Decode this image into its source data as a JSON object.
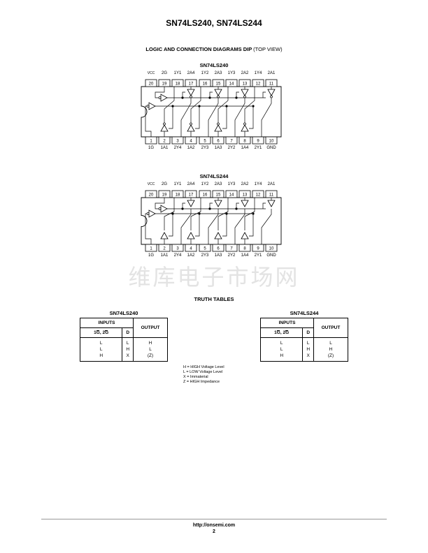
{
  "header": {
    "title": "SN74LS240, SN74LS244"
  },
  "section": {
    "title_bold": "LOGIC AND CONNECTION DIAGRAMS DIP",
    "title_normal": "(TOP VIEW)"
  },
  "diagrams": [
    {
      "title": "SN74LS240",
      "top_pins": [
        {
          "num": "20",
          "label": "VCC"
        },
        {
          "num": "19",
          "label": "2G"
        },
        {
          "num": "18",
          "label": "1Y1"
        },
        {
          "num": "17",
          "label": "2A4"
        },
        {
          "num": "16",
          "label": "1Y2"
        },
        {
          "num": "15",
          "label": "2A3"
        },
        {
          "num": "14",
          "label": "1Y3"
        },
        {
          "num": "13",
          "label": "2A2"
        },
        {
          "num": "12",
          "label": "1Y4"
        },
        {
          "num": "11",
          "label": "2A1"
        }
      ],
      "bottom_pins": [
        {
          "num": "1",
          "label": "1G"
        },
        {
          "num": "2",
          "label": "1A1"
        },
        {
          "num": "3",
          "label": "2Y4"
        },
        {
          "num": "4",
          "label": "1A2"
        },
        {
          "num": "5",
          "label": "2Y3"
        },
        {
          "num": "6",
          "label": "1A3"
        },
        {
          "num": "7",
          "label": "2Y2"
        },
        {
          "num": "8",
          "label": "1A4"
        },
        {
          "num": "9",
          "label": "2Y1"
        },
        {
          "num": "10",
          "label": "GND"
        }
      ],
      "inverting": true
    },
    {
      "title": "SN74LS244",
      "top_pins": [
        {
          "num": "20",
          "label": "VCC"
        },
        {
          "num": "19",
          "label": "2G"
        },
        {
          "num": "18",
          "label": "1Y1"
        },
        {
          "num": "17",
          "label": "2A4"
        },
        {
          "num": "16",
          "label": "1Y2"
        },
        {
          "num": "15",
          "label": "2A3"
        },
        {
          "num": "14",
          "label": "1Y3"
        },
        {
          "num": "13",
          "label": "2A2"
        },
        {
          "num": "12",
          "label": "1Y4"
        },
        {
          "num": "11",
          "label": "2A1"
        }
      ],
      "bottom_pins": [
        {
          "num": "1",
          "label": "1G"
        },
        {
          "num": "2",
          "label": "1A1"
        },
        {
          "num": "3",
          "label": "2Y4"
        },
        {
          "num": "4",
          "label": "1A2"
        },
        {
          "num": "5",
          "label": "2Y3"
        },
        {
          "num": "6",
          "label": "1A3"
        },
        {
          "num": "7",
          "label": "2Y2"
        },
        {
          "num": "8",
          "label": "1A4"
        },
        {
          "num": "9",
          "label": "2Y1"
        },
        {
          "num": "10",
          "label": "GND"
        }
      ],
      "inverting": false
    }
  ],
  "watermark": "维库电子市场网",
  "truth": {
    "title": "TRUTH TABLES",
    "inputs_label": "INPUTS",
    "output_label": "OUTPUT",
    "g_label": "1G, 2G",
    "d_label": "D",
    "tables": [
      {
        "title": "SN74LS240",
        "g": [
          "L",
          "L",
          "H"
        ],
        "d": [
          "L",
          "H",
          "X"
        ],
        "out": [
          "H",
          "L",
          "(Z)"
        ]
      },
      {
        "title": "SN74LS244",
        "g": [
          "L",
          "L",
          "H"
        ],
        "d": [
          "L",
          "H",
          "X"
        ],
        "out": [
          "L",
          "H",
          "(Z)"
        ]
      }
    ],
    "legend": [
      "H = HIGH Voltage Level",
      "L = LOW Voltage Level",
      "X = Immaterial",
      "Z = HIGH Impedance"
    ]
  },
  "footer": {
    "url": "http://onsemi.com",
    "page": "2"
  }
}
